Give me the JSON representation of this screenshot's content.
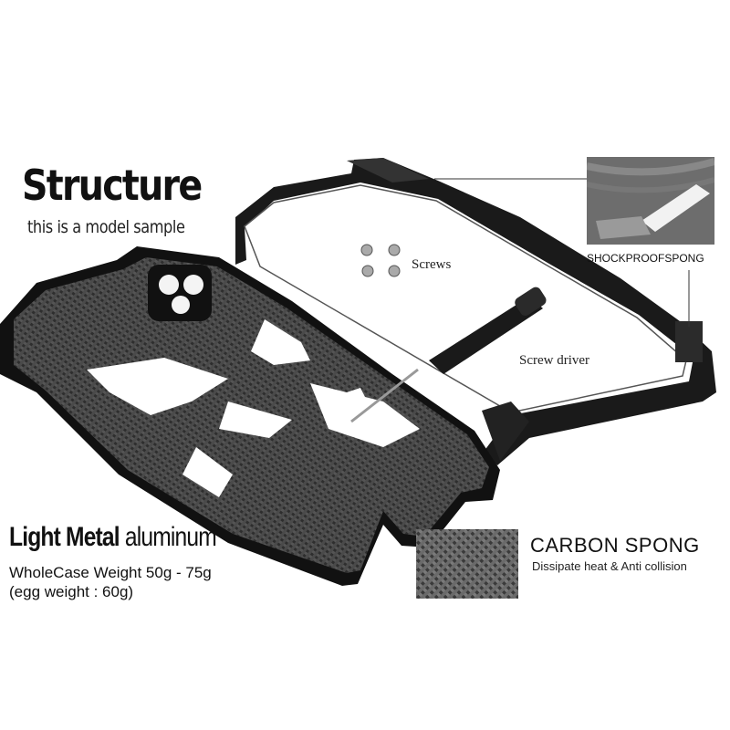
{
  "header": {
    "title": "Structure",
    "subtitle": "this is a model sample"
  },
  "callouts": {
    "screws": "Screws",
    "screw_driver": "Screw driver",
    "shockproof_sponge": "SHOCKPROOFSPONG"
  },
  "specs": {
    "light_metal": "Light Metal",
    "aluminum": "aluminum",
    "weight": "WholeCase Weight 50g - 75g",
    "egg_weight": "(egg weight : 60g)"
  },
  "carbon": {
    "title": "CARBON SPONG",
    "subtitle": "Dissipate heat & Anti collision"
  },
  "colors": {
    "metal": "#1a1a1a",
    "carbon": "#3a3a3a",
    "sponge": "#6d6d6d"
  }
}
